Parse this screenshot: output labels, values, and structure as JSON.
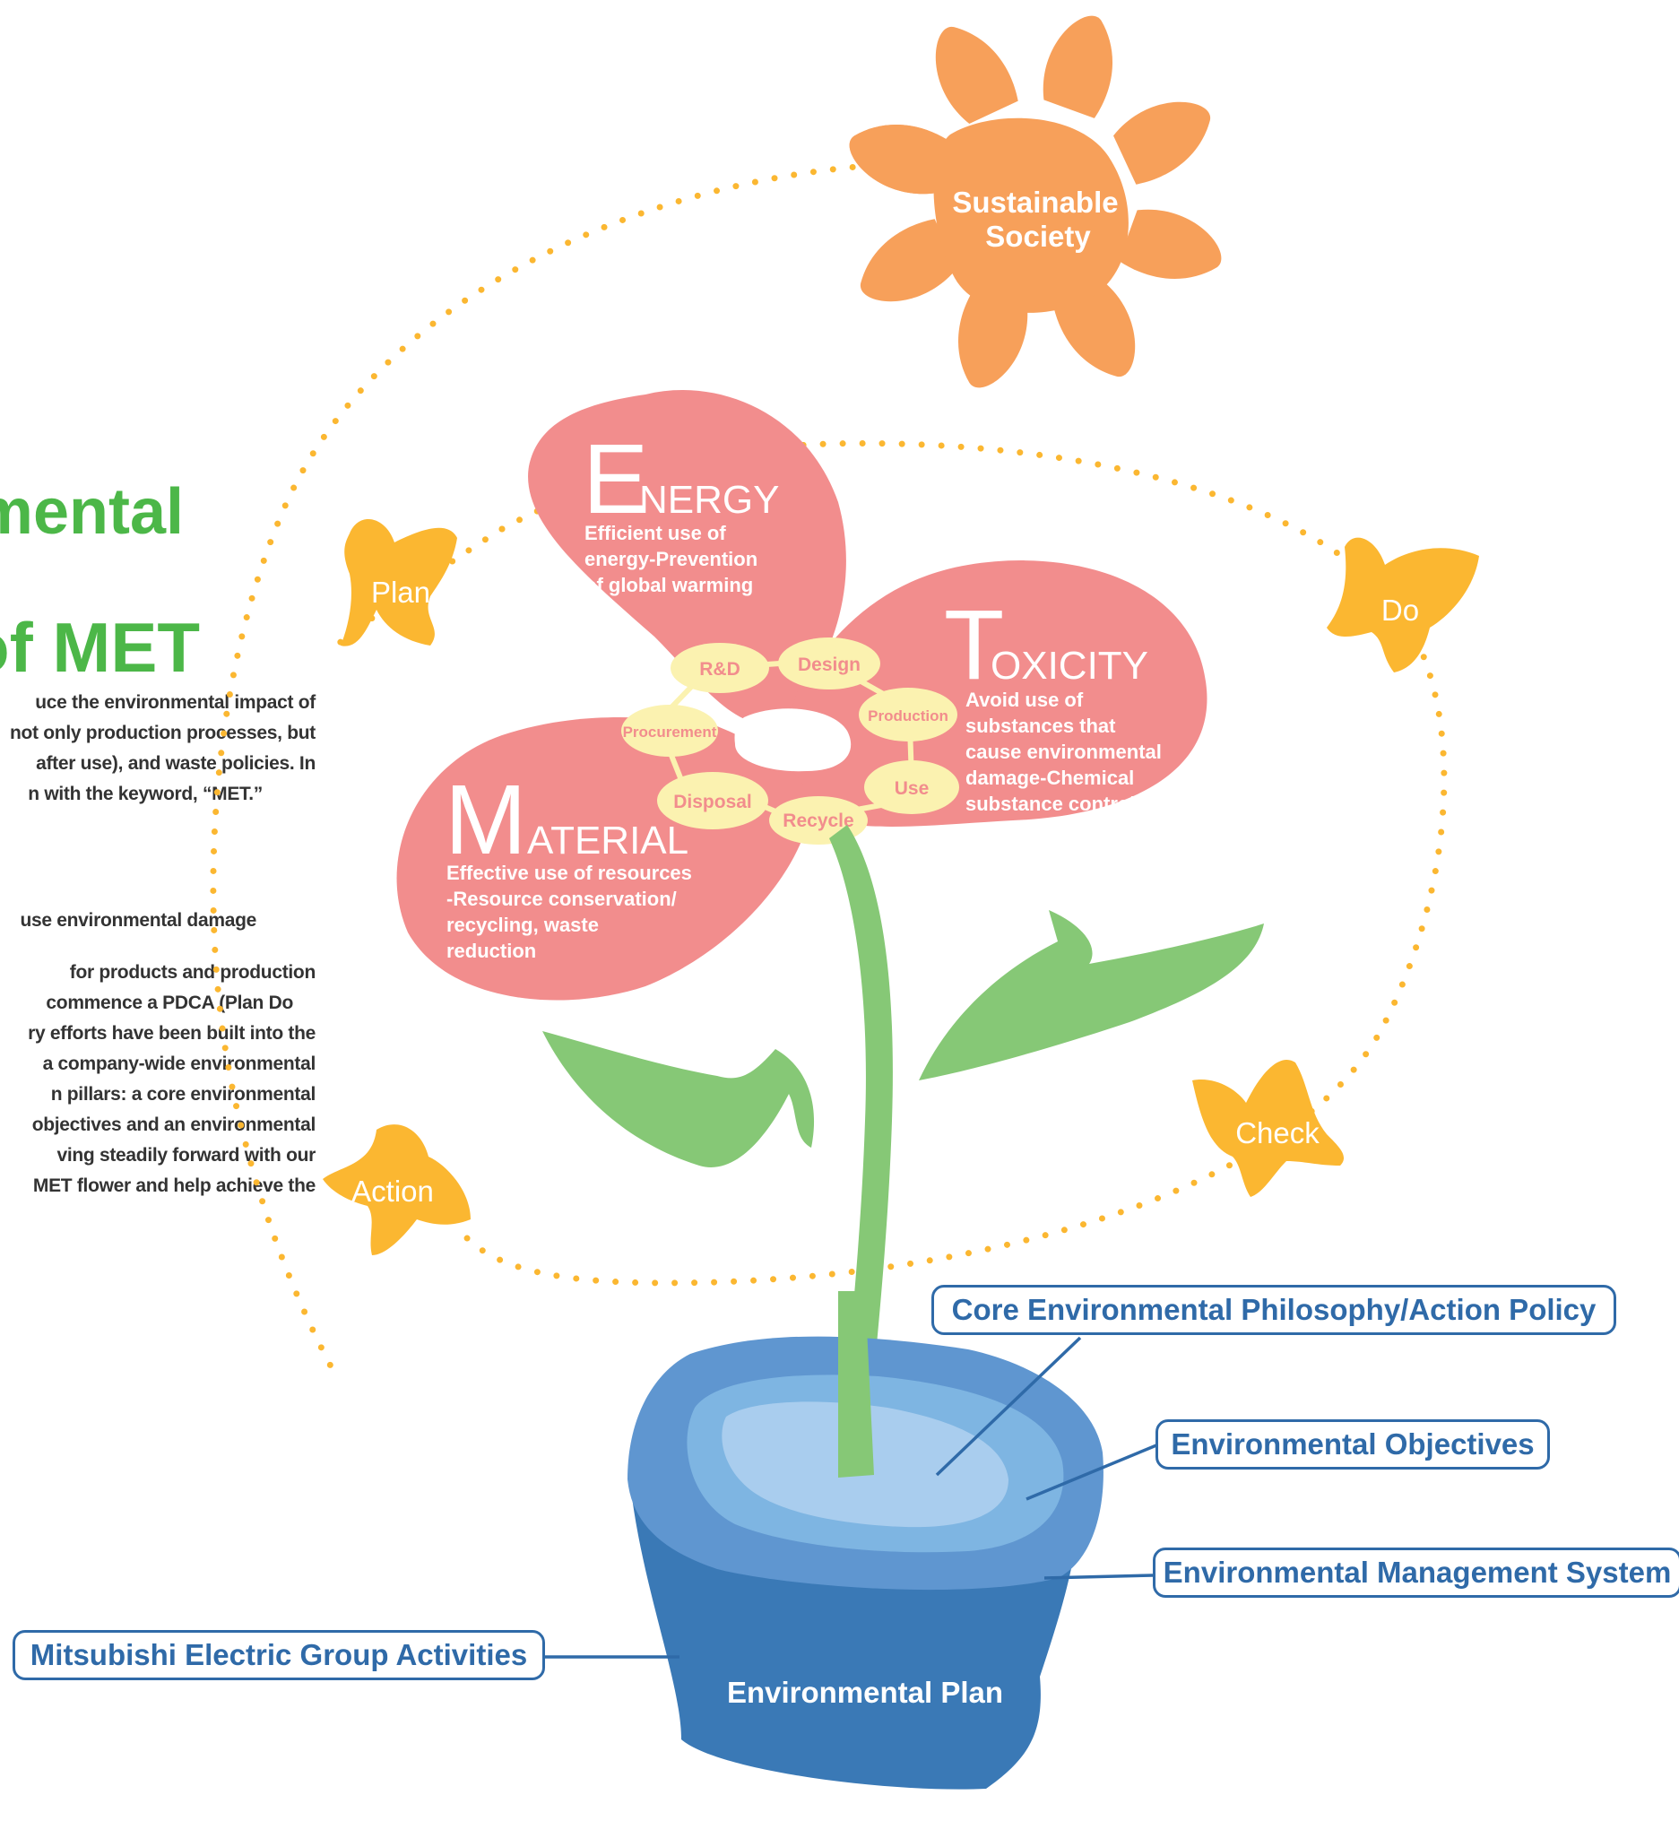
{
  "left_text": {
    "heading_1": "nmental",
    "heading_2": "t of MET",
    "paragraph_1": [
      "uce the environmental impact of",
      "not only production processes, but",
      "after use), and waste policies.  In",
      "n with the keyword, “MET.”"
    ],
    "line_2": "use environmental damage",
    "paragraph_2": [
      "for products and production",
      "commence a PDCA (Plan    Do",
      "ry efforts have been built into the",
      "a company-wide environmental",
      "n pillars: a core environmental",
      "objectives and an environmental",
      "ving steadily forward with our",
      "MET flower and help achieve the"
    ]
  },
  "sun": {
    "line1": "Sustainable",
    "line2": "Society",
    "color": "#f7a05a"
  },
  "butterflies": {
    "plan": "Plan",
    "do": "Do",
    "check": "Check",
    "action": "Action",
    "color": "#fbb731"
  },
  "petals": {
    "color": "#f28d8d",
    "energy": {
      "initial": "E",
      "rest": "NERGY",
      "desc": [
        "Efficient use of",
        "energy-Prevention",
        "of global warming"
      ]
    },
    "toxicity": {
      "initial": "T",
      "rest": "OXICITY",
      "desc": [
        "Avoid use of",
        "substances that",
        "cause environmental",
        "damage-Chemical",
        "substance control"
      ]
    },
    "material": {
      "initial": "M",
      "rest": "ATERIAL",
      "desc": [
        "Effective use of resources",
        "-Resource conservation/",
        "recycling, waste",
        "reduction"
      ]
    }
  },
  "lifecycle": {
    "color": "#fbf2b0",
    "text_color": "#f28d8d",
    "stages": [
      "R&D",
      "Design",
      "Production",
      "Use",
      "Recycle",
      "Disposal",
      "Procurement"
    ]
  },
  "pot": {
    "label": "Environmental Plan",
    "left_label": "Mitsubishi Electric Group Activities",
    "callouts": [
      "Core Environmental Philosophy/Action Policy",
      "Environmental Objectives",
      "Environmental Management System"
    ]
  }
}
